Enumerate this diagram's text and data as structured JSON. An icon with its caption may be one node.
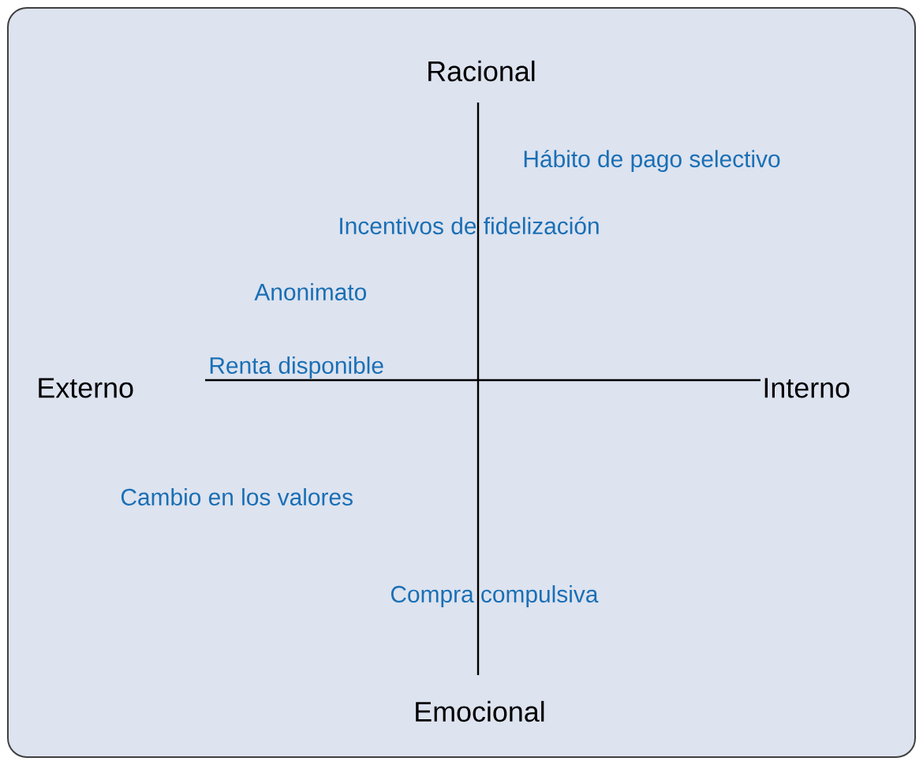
{
  "diagram": {
    "labels": [
      "Racional",
      "Hábito de pago selectivo",
      "Incentivos de fidelización",
      "Anonimato",
      "Externo",
      "Renta disponible",
      "Interno",
      "Cambio en los valores",
      "Compra compulsiva",
      "Emocional"
    ]
  }
}
